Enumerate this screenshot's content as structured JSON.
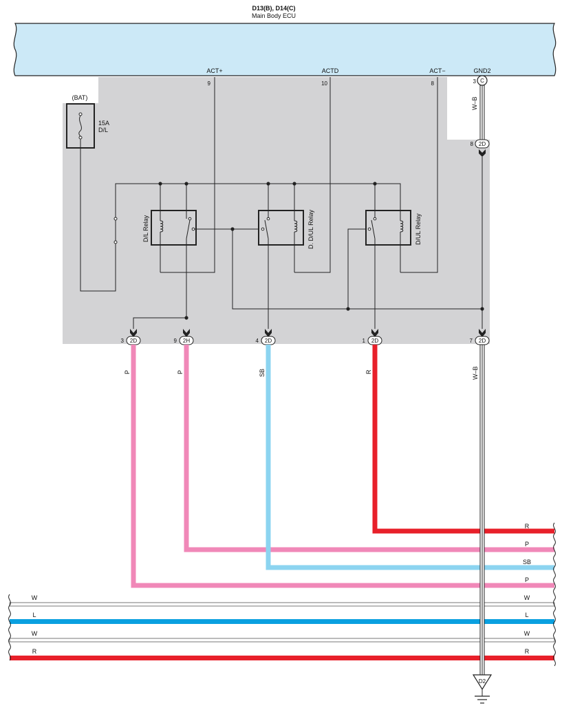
{
  "ecu": {
    "title": "D13(B), D14(C)",
    "subtitle": "Main Body ECU",
    "terminals": [
      {
        "name": "ACT+",
        "pin": "9"
      },
      {
        "name": "ACTD",
        "pin": "10"
      },
      {
        "name": "ACT−",
        "pin": "8"
      },
      {
        "name": "GND2",
        "pin": "3",
        "connector": "C"
      }
    ]
  },
  "junction_block": {
    "bat_label": "(BAT)",
    "fuse_rating": "15A",
    "fuse_name": "D/L",
    "relays": [
      "D/L Relay",
      "D. D/UL Relay",
      "D/UL Relay"
    ],
    "gnd_connector": {
      "pin": "8",
      "connector": "2D"
    },
    "outputs": [
      {
        "pin": "3",
        "connector": "2D",
        "wire": "P"
      },
      {
        "pin": "9",
        "connector": "2H",
        "wire": "P"
      },
      {
        "pin": "4",
        "connector": "2D",
        "wire": "SB"
      },
      {
        "pin": "1",
        "connector": "2D",
        "wire": "R"
      },
      {
        "pin": "7",
        "connector": "2D",
        "wire": "W–B"
      }
    ]
  },
  "gnd_wire_label": "W–B",
  "right_bus": [
    {
      "label": "R",
      "color": "#e8202a"
    },
    {
      "label": "P",
      "color": "#f088b8"
    },
    {
      "label": "SB",
      "color": "#8cd4f0"
    },
    {
      "label": "P",
      "color": "#f088b8"
    }
  ],
  "bottom_bus": [
    {
      "left_label": "W",
      "right_label": "W",
      "color": "#ffffff"
    },
    {
      "left_label": "L",
      "right_label": "L",
      "color": "#0aa0e0"
    },
    {
      "left_label": "W",
      "right_label": "W",
      "color": "#ffffff"
    },
    {
      "left_label": "R",
      "right_label": "R",
      "color": "#e8202a"
    }
  ],
  "ground_point": "D2"
}
